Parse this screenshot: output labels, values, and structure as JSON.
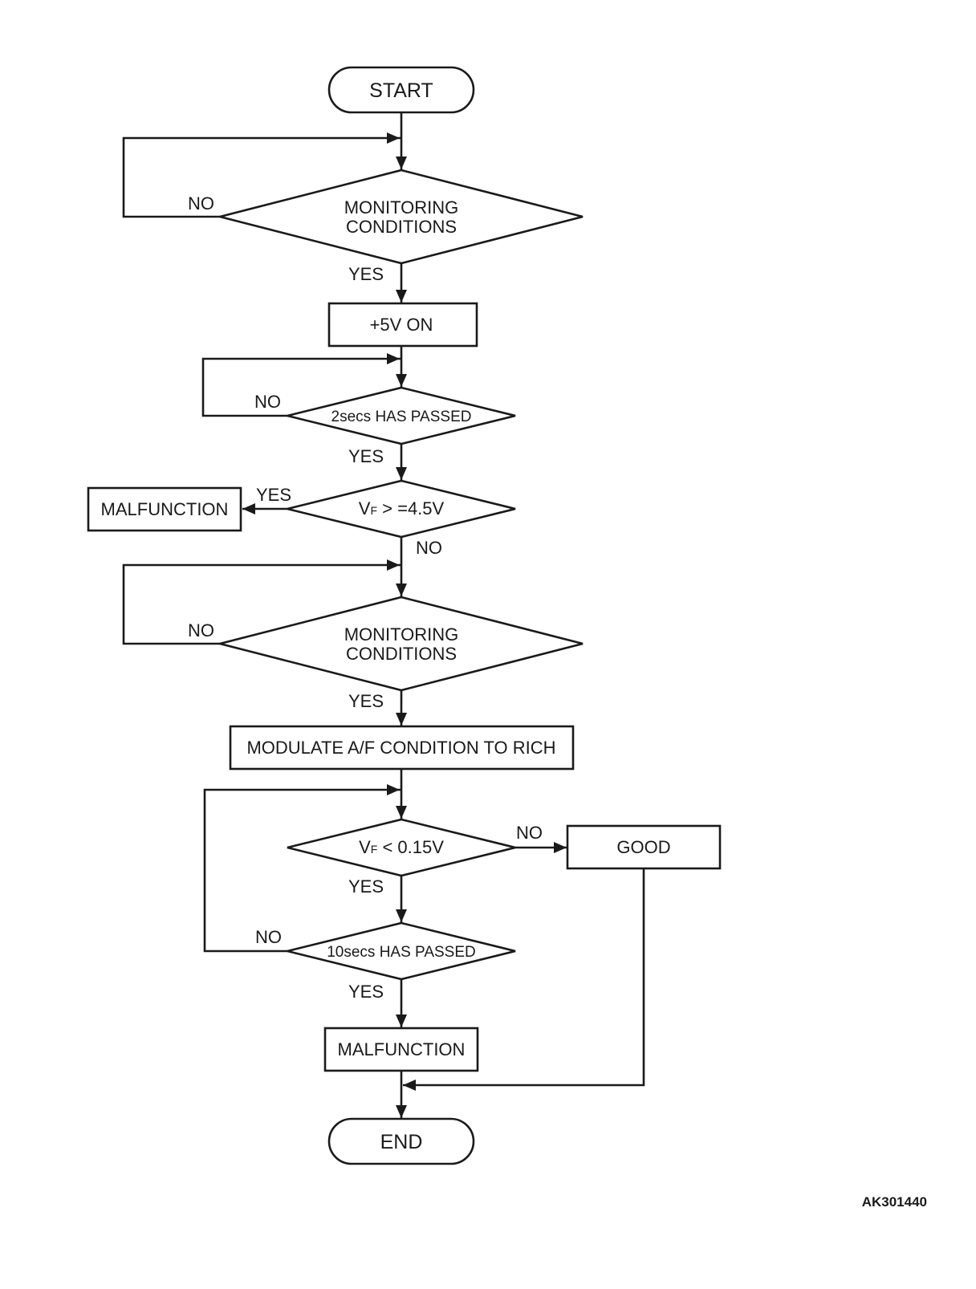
{
  "flowchart": {
    "start": "START",
    "end": "END",
    "monitoring_1": [
      "MONITORING",
      "CONDITIONS"
    ],
    "plus5v": "+5V ON",
    "wait_2s": "2secs HAS PASSED",
    "vf_high": {
      "main": "V",
      "sub": "F",
      "rest": " > =4.5V"
    },
    "malfunction_1": "MALFUNCTION",
    "monitoring_2": [
      "MONITORING",
      "CONDITIONS"
    ],
    "modulate": "MODULATE A/F CONDITION TO RICH",
    "vf_low": {
      "main": "V",
      "sub": "F",
      "rest": " < 0.15V"
    },
    "good": "GOOD",
    "wait_10s": "10secs HAS PASSED",
    "malfunction_2": "MALFUNCTION",
    "labels": {
      "no_mon1": "NO",
      "yes_mon1": "YES",
      "no_2s": "NO",
      "yes_2s": "YES",
      "yes_vfhigh": "YES",
      "no_vfhigh": "NO",
      "no_mon2": "NO",
      "yes_mon2": "YES",
      "no_vflow": "NO",
      "yes_vflow": "YES",
      "no_10s": "NO",
      "yes_10s": "YES"
    }
  },
  "figure_code": "AK301440"
}
